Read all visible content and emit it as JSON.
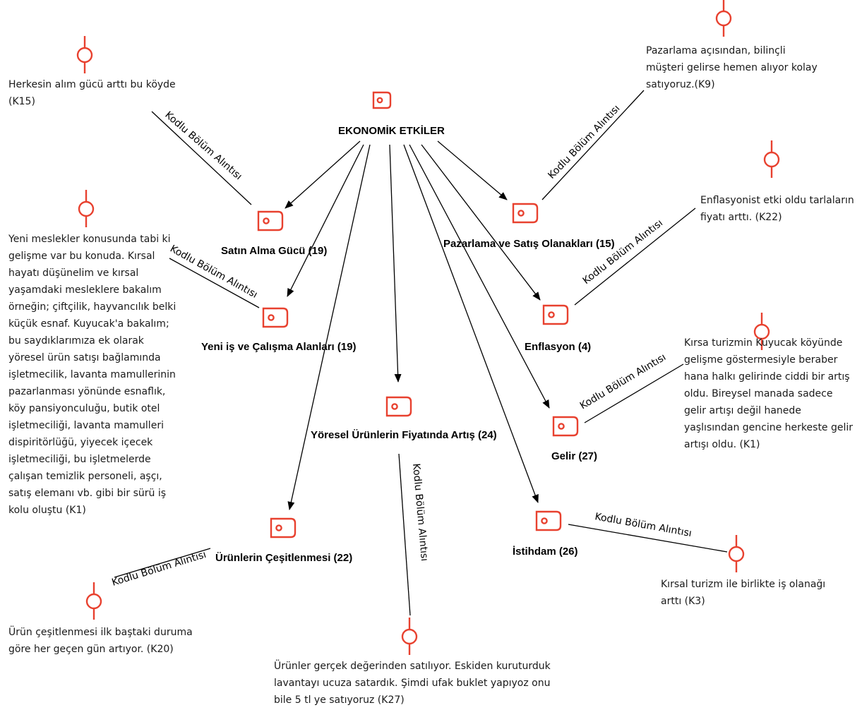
{
  "central": {
    "title": "EKONOMİK ETKİLER"
  },
  "codes": {
    "satin_alma": "Satın Alma Gücü (19)",
    "yeni_is": "Yeni iş ve Çalışma Alanları (19)",
    "urun_cesit": "Ürünlerin Çeşitlenmesi (22)",
    "yoresel": "Yöresel Ürünlerin Fiyatında Artış (24)",
    "istihdam": "İstihdam (26)",
    "gelir": "Gelir (27)",
    "enflasyon": "Enflasyon (4)",
    "pazarlama": "Pazarlama ve Satış Olanakları (15)"
  },
  "edge_label": "Kodlu Bölüm Alıntısı",
  "quotes": {
    "q_satin_alma": "Herkesin alım gücü arttı bu köyde\n(K15)",
    "q_pazarlama": "Pazarlama açısından, bilinçli\nmüşteri gelirse hemen alıyor kolay\nsatıyoruz.(K9)",
    "q_enflasyon": "Enflasyonist etki oldu tarlaların\nfiyatı arttı. (K22)",
    "q_yeni_is": "Yeni meslekler konusunda tabi ki\ngelişme var bu konuda. Kırsal\nhayatı düşünelim ve kırsal\nyaşamdaki mesleklere bakalım\nörneğin; çiftçilik, hayvancılık belki\nküçük esnaf. Kuyucak'a bakalım;\nbu saydıklarımıza ek olarak\nyöresel ürün satışı bağlamında\nişletmecilik, lavanta mamullerinin\npazarlanması yönünde esnaflık,\nköy pansiyonculuğu, butik otel\nişletmeciliği, lavanta mamulleri\ndispiritörlüğü, yiyecek içecek\nişletmeciliği, bu işletmelerde\nçalışan temizlik personeli, aşçı,\nsatış elemanı vb. gibi bir sürü iş\nkolu oluştu (K1)",
    "q_gelir": "Kırsa turizmin Kuyucak köyünde\ngelişme göstermesiyle beraber\nhana halkı gelirinde ciddi bir artış\noldu. Bireysel manada sadece\ngelir artışı değil hanede\nyaşlısından gencine herkeste gelir\nartışı oldu. (K1)",
    "q_istihdam": "Kırsal turizm ile birlikte iş olanağı\narttı (K3)",
    "q_urun_cesit": "Ürün çeşitlenmesi ilk baştaki duruma\ngöre her geçen gün artıyor. (K20)",
    "q_yoresel": "Ürünler gerçek değerinden satılıyor. Eskiden kuruturduk\nlavantayı ucuza satardık. Şimdi ufak buklet yapıyoz onu\nbile 5 tl ye satıyoruz (K27)"
  },
  "colors": {
    "code_icon": "#e8412f",
    "quote_icon": "#e8412f",
    "line": "#000000",
    "text": "#1a1a1a"
  }
}
